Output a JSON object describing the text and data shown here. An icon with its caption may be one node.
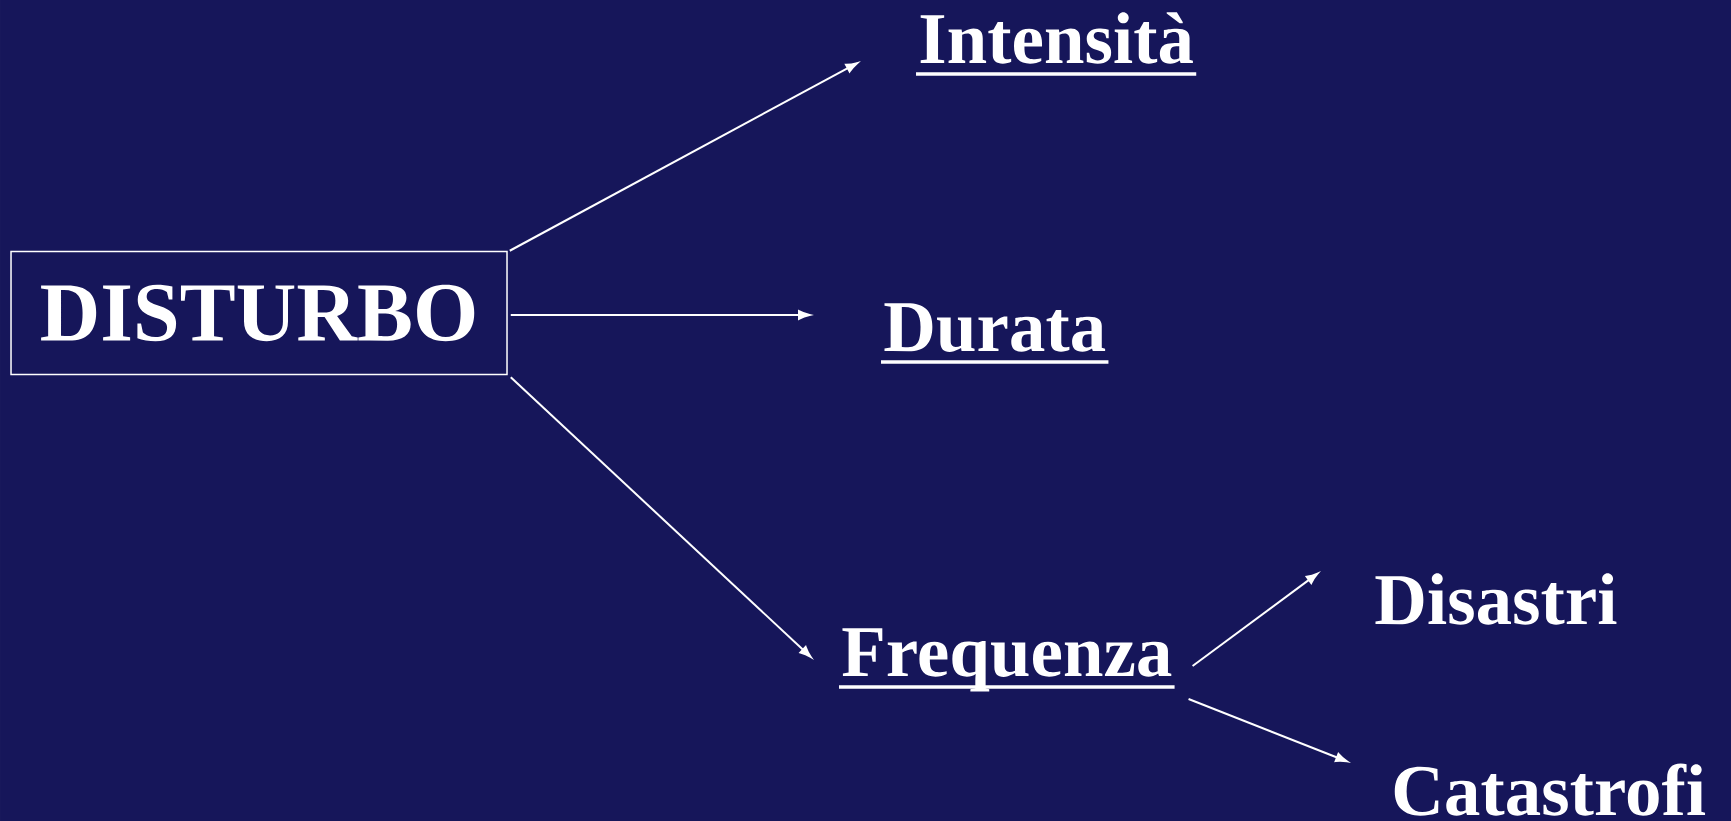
{
  "diagram": {
    "nodes": [
      {
        "text": [
          "DISTURBO"
        ]
      },
      {
        "text": [
          "Intensità"
        ]
      },
      {
        "text": [
          "Durata"
        ]
      },
      {
        "text": [
          "Frequenza"
        ]
      },
      {
        "text": [
          "Disastri"
        ]
      },
      {
        "text": [
          "Catastrofi"
        ]
      }
    ],
    "edges": [
      {
        "from": 0,
        "to": 1,
        "arrow": "to"
      },
      {
        "from": 0,
        "to": 2,
        "arrow": "to"
      },
      {
        "from": 0,
        "to": 3,
        "arrow": "to"
      },
      {
        "from": 3,
        "to": 4,
        "arrow": "to"
      },
      {
        "from": 3,
        "to": 5,
        "arrow": "to"
      }
    ]
  }
}
